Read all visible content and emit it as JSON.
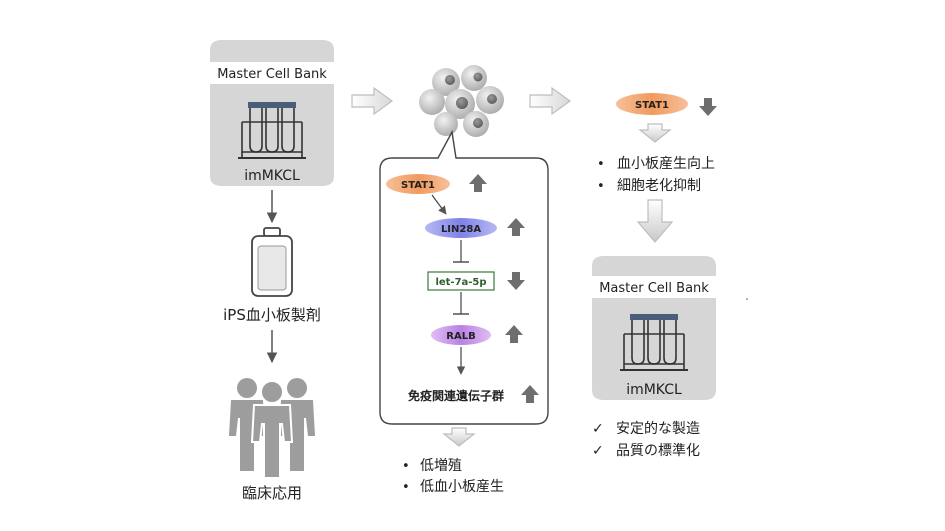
{
  "left_bank": {
    "header": "Master Cell Bank",
    "name": "imMKCL"
  },
  "ips_product": {
    "label": "iPS血小板製剤"
  },
  "clinical": {
    "label": "臨床応用"
  },
  "pathway": {
    "stat1": "STAT1",
    "lin28a": "LIN28A",
    "let7a": "let-7a-5p",
    "ralb": "RALB",
    "genes": "免疫関連遺伝子群"
  },
  "bottom_results": [
    "低増殖",
    "低血小板産生"
  ],
  "right_top": {
    "stat1": "STAT1",
    "bullets": [
      "血小板産生向上",
      "細胞老化抑制"
    ]
  },
  "right_bank": {
    "header": "Master Cell Bank",
    "name": "imMKCL"
  },
  "right_checks": [
    "安定的な製造",
    "品質の標準化"
  ],
  "colors": {
    "stat1": "#f5a36e",
    "lin28a": "#8b8de8",
    "let7a": "#3b7a3b",
    "ralb": "#c58ae5",
    "arrow": "#6e6e6e",
    "box": "#d6d6d6"
  },
  "icons": {
    "up": "up-arrow-icon",
    "down": "down-arrow-icon",
    "tubes": "test-tubes-icon",
    "bag": "blood-bag-icon",
    "people": "people-icon",
    "cells": "cell-cluster-icon"
  }
}
